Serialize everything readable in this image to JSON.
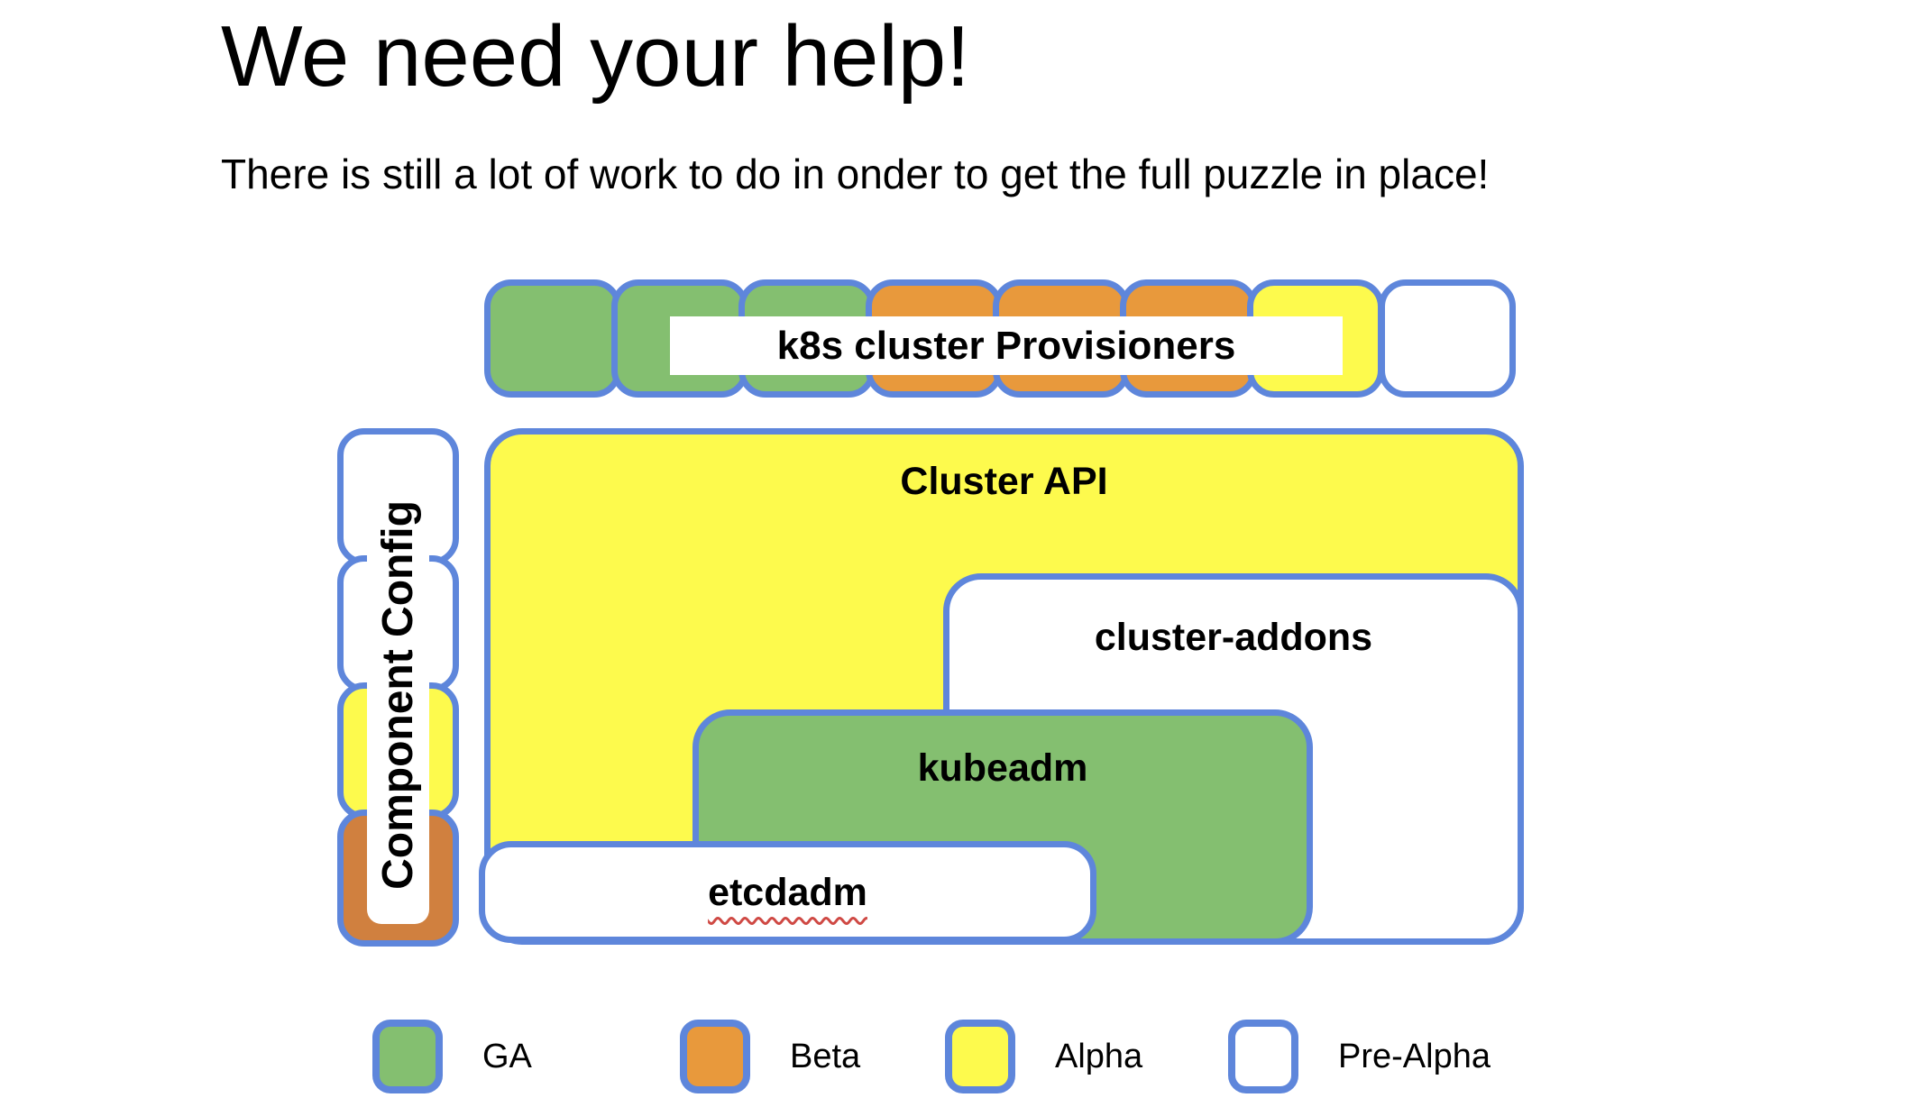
{
  "slide": {
    "title": "We need your help!",
    "subtitle": "There is still a lot of work to do in onder to get the full puzzle in place!"
  },
  "colors": {
    "border_blue": "#5e86db",
    "ga_green": "#84bf70",
    "beta_orange": "#e8993c",
    "beta_orange_dark": "#d0803f",
    "alpha_yellow": "#fdfa4d",
    "pre_alpha_white": "#ffffff",
    "squiggle_red": "#cf4944"
  },
  "provisioners": {
    "label": "k8s cluster Provisioners",
    "pieces": [
      {
        "status": "GA",
        "color": "#84bf70"
      },
      {
        "status": "GA",
        "color": "#84bf70"
      },
      {
        "status": "GA",
        "color": "#84bf70"
      },
      {
        "status": "Beta",
        "color": "#e8993c"
      },
      {
        "status": "Beta",
        "color": "#e8993c"
      },
      {
        "status": "Beta",
        "color": "#e8993c"
      },
      {
        "status": "Alpha",
        "color": "#fdfa4d"
      },
      {
        "status": "Pre-Alpha",
        "color": "#ffffff"
      }
    ]
  },
  "component_config": {
    "label": "Component Config",
    "pieces": [
      {
        "status": "Pre-Alpha",
        "color": "#ffffff"
      },
      {
        "status": "Pre-Alpha",
        "color": "#ffffff"
      },
      {
        "status": "Alpha",
        "color": "#fdfa4d"
      },
      {
        "status": "Beta",
        "color": "#d0803f"
      }
    ]
  },
  "puzzle": {
    "cluster_api": {
      "label": "Cluster API",
      "color": "#fdfa4d"
    },
    "cluster_addons": {
      "label": "cluster-addons",
      "color": "#ffffff"
    },
    "kubeadm": {
      "label": "kubeadm",
      "color": "#84bf70"
    },
    "etcdadm": {
      "label": "etcdadm",
      "color": "#ffffff"
    }
  },
  "legend": {
    "items": [
      {
        "label": "GA",
        "color": "#84bf70"
      },
      {
        "label": "Beta",
        "color": "#e8993c"
      },
      {
        "label": "Alpha",
        "color": "#fdfa4d"
      },
      {
        "label": "Pre-Alpha",
        "color": "#ffffff"
      }
    ]
  }
}
